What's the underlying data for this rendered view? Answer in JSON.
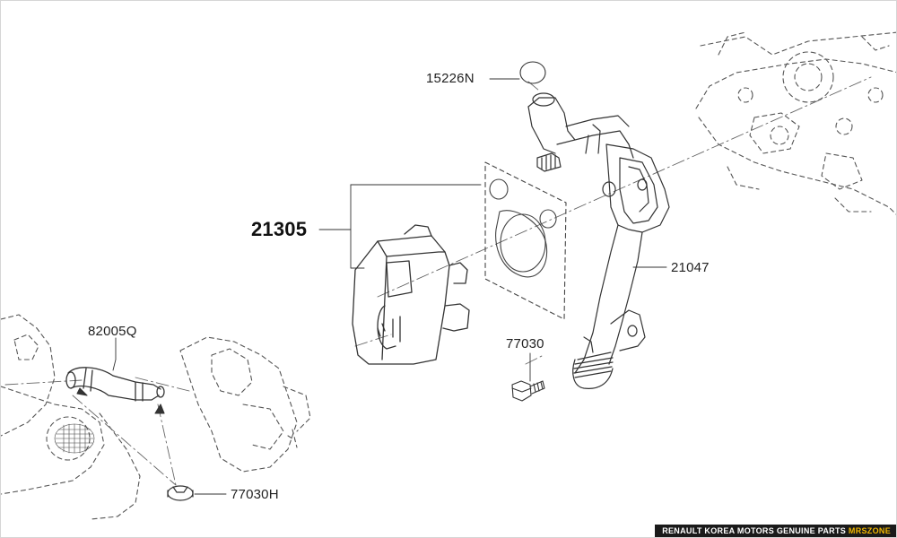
{
  "diagram": {
    "callouts": {
      "oil_cooler_assembly": "21305",
      "water_pipe": "21047",
      "clip_top": "15226N",
      "bolt": "77030",
      "hose": "82005Q",
      "hose_clamp": "77030H"
    }
  },
  "footer": {
    "text": "RENAULT KOREA MOTORS GENUINE PARTS",
    "brand": "MRSZONE"
  },
  "colors": {
    "line": "#444444",
    "brand_accent": "#f2b800",
    "footer_bg": "#1a1a1a"
  }
}
